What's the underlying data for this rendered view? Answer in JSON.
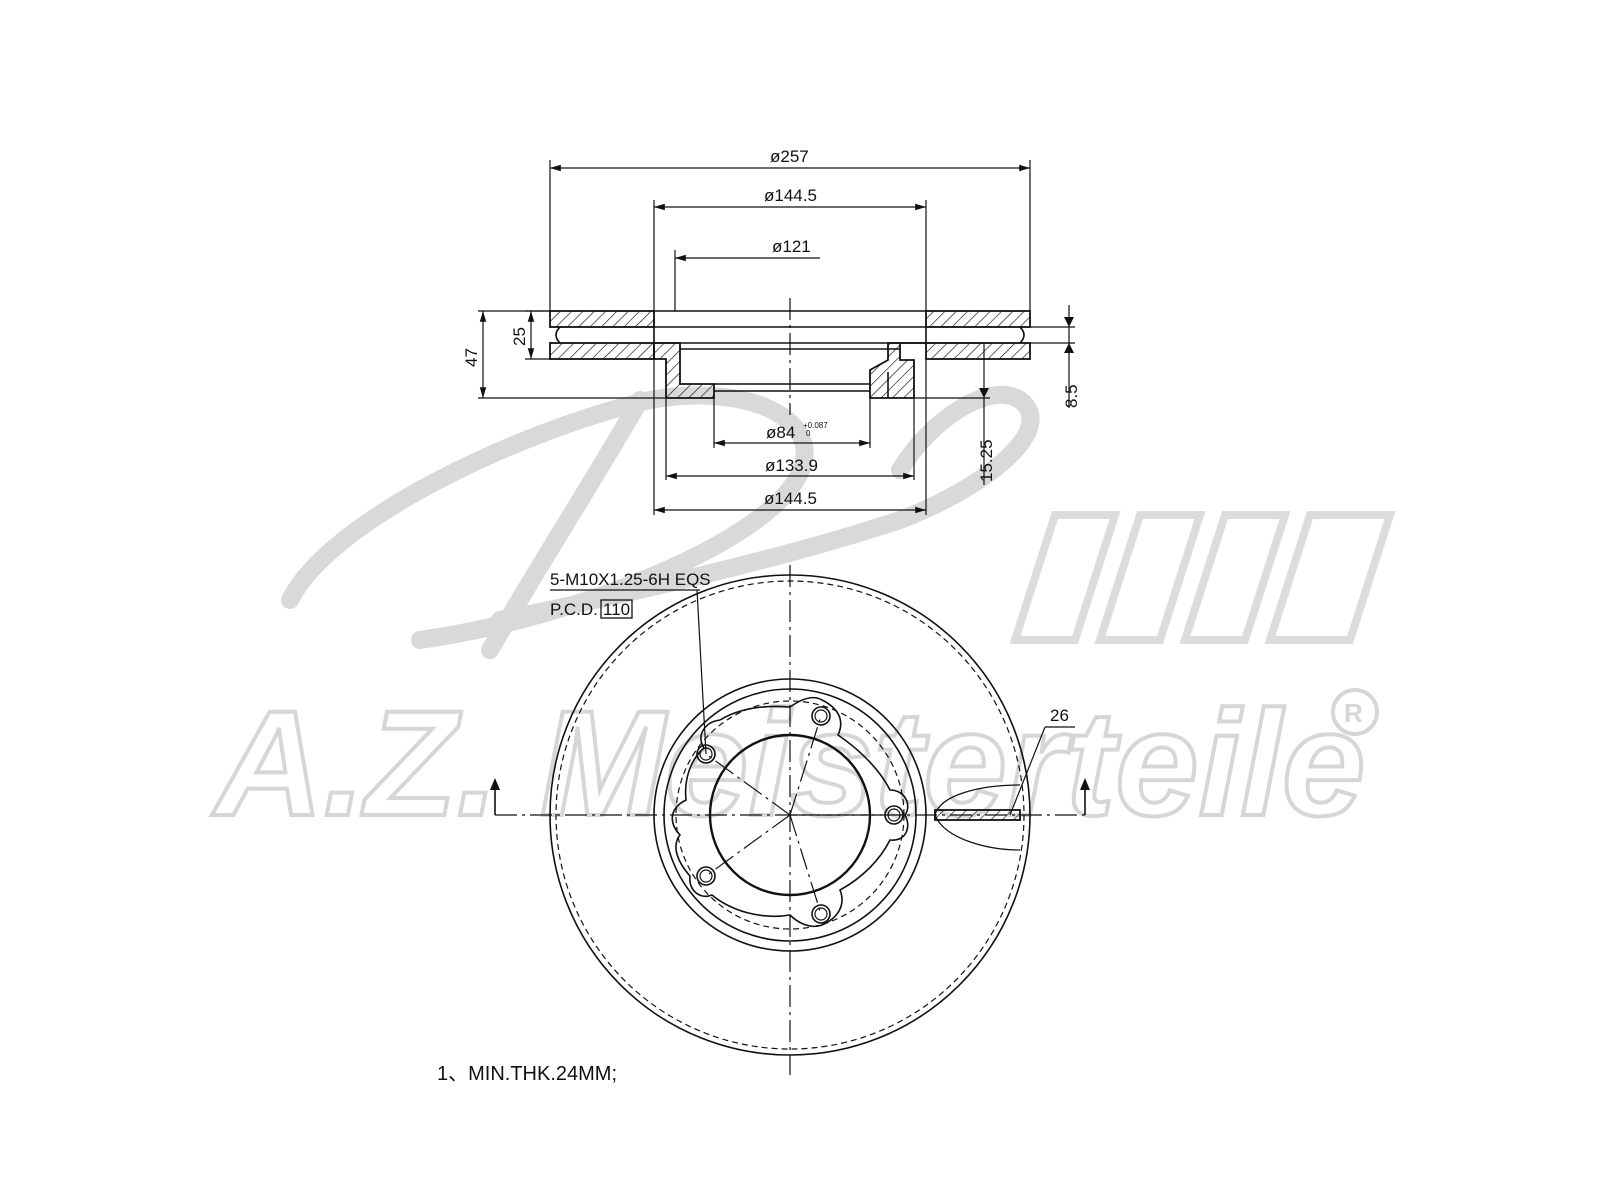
{
  "watermark": {
    "brand": "A.Z. Meisterteile",
    "registered": "R"
  },
  "section_view": {
    "dims": {
      "outer_diameter": "ø257",
      "hat_outer_top": "ø144.5",
      "hat_inner_top": "ø121",
      "center_bore": "ø84",
      "center_bore_tol": "+0.087",
      "center_bore_tol_low": "0",
      "hat_inner_bottom": "ø133.9",
      "hat_outer_bottom": "ø144.5",
      "overall_height": "47",
      "disc_thickness": "25",
      "hat_depth": "15.25",
      "flange_thickness": "8.5"
    }
  },
  "front_view": {
    "thread_spec": "5-M10X1.25-6H EQS",
    "pcd_label": "P.C.D.",
    "pcd_value": "110",
    "vent_width": "26"
  },
  "notes": {
    "note1": "1、MIN.THK.24MM;"
  }
}
